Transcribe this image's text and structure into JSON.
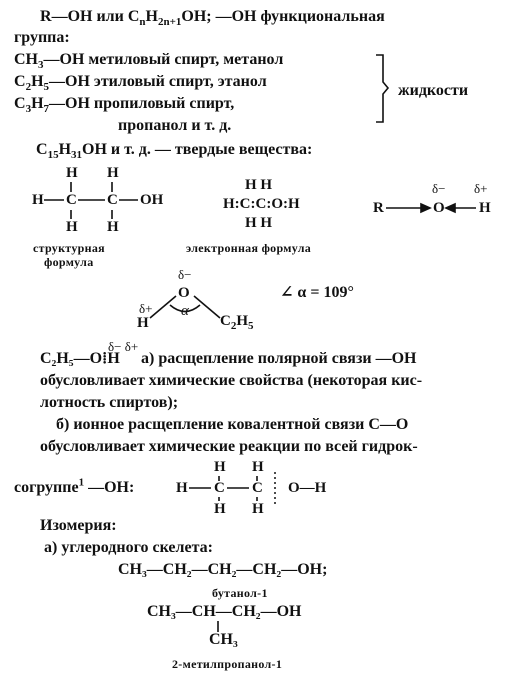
{
  "intro": {
    "line1_r": "R",
    "line1_oh": "OH или C",
    "line1_sub_n": "n",
    "line1_h": "H",
    "line1_sub_2n1": "2n+1",
    "line1_tail": "OH; —OH функциональная",
    "line2": "группа:"
  },
  "alcohols": [
    {
      "formula_head": "CH",
      "sub": "3",
      "text": "—OH метиловый спирт, метанол"
    },
    {
      "formula_head": "C",
      "sub": "2",
      "formula_mid": "H",
      "sub2": "5",
      "text": "—OH этиловый спирт, этанол"
    },
    {
      "formula_head": "C",
      "sub": "3",
      "formula_mid": "H",
      "sub2": "7",
      "text": "—OH пропиловый спирт,"
    },
    {
      "text": "пропанол и т. д."
    }
  ],
  "liquids_label": "жидкости",
  "solids": {
    "head": "C",
    "sub1": "15",
    "mid": "H",
    "sub2": "31",
    "tail": "OH и т. д. — твердые вещества:"
  },
  "structural": {
    "caption_1": "структурная",
    "caption_2": "формула",
    "atoms": {
      "h": "H",
      "c": "C",
      "oh": "OH"
    }
  },
  "electronic": {
    "caption": "электронная формула",
    "row_top": "H  H",
    "row_mid": "H:C:C:O:H",
    "row_bot": "H  H"
  },
  "polarity": {
    "r": "R",
    "o": "O",
    "h": "H",
    "delta_minus": "δ−",
    "delta_plus": "δ+"
  },
  "angle": {
    "label": "∠ α = 109°",
    "delta_minus": "δ−",
    "delta_plus": "δ+",
    "o": "O",
    "h": "H",
    "alpha": "α",
    "ethyl_head": "C",
    "ethyl_sub1": "2",
    "ethyl_mid": "H",
    "ethyl_sub2": "5"
  },
  "cleavage": {
    "formula": "C₂H₅—O⁞H",
    "deltas": "δ−  δ+",
    "a_text": "а) расщепление полярной связи —OH",
    "line2": "обусловливает химические свойства (некоторая кис-",
    "line3": "лотность спиртов);",
    "b_line1": "б) ионное расщепление ковалентной связи C—O",
    "b_line2": "обусловливает химические реакции по всей гидрок-",
    "b_line3_head": "согруппе",
    "b_line3_sup": "1",
    "b_line3_tail": "—OH:"
  },
  "isomerism": {
    "title": "Изомерия:",
    "a_label": "а) углеродного скелета:",
    "butanol_formula": "CH₃—CH₂—CH₂—CH₂—OH;",
    "butanol_name": "бутанол-1",
    "iso_formula": "CH₃—CH—CH₂—OH",
    "iso_branch": "CH₃",
    "iso_name": "2-метилпропанол-1"
  }
}
